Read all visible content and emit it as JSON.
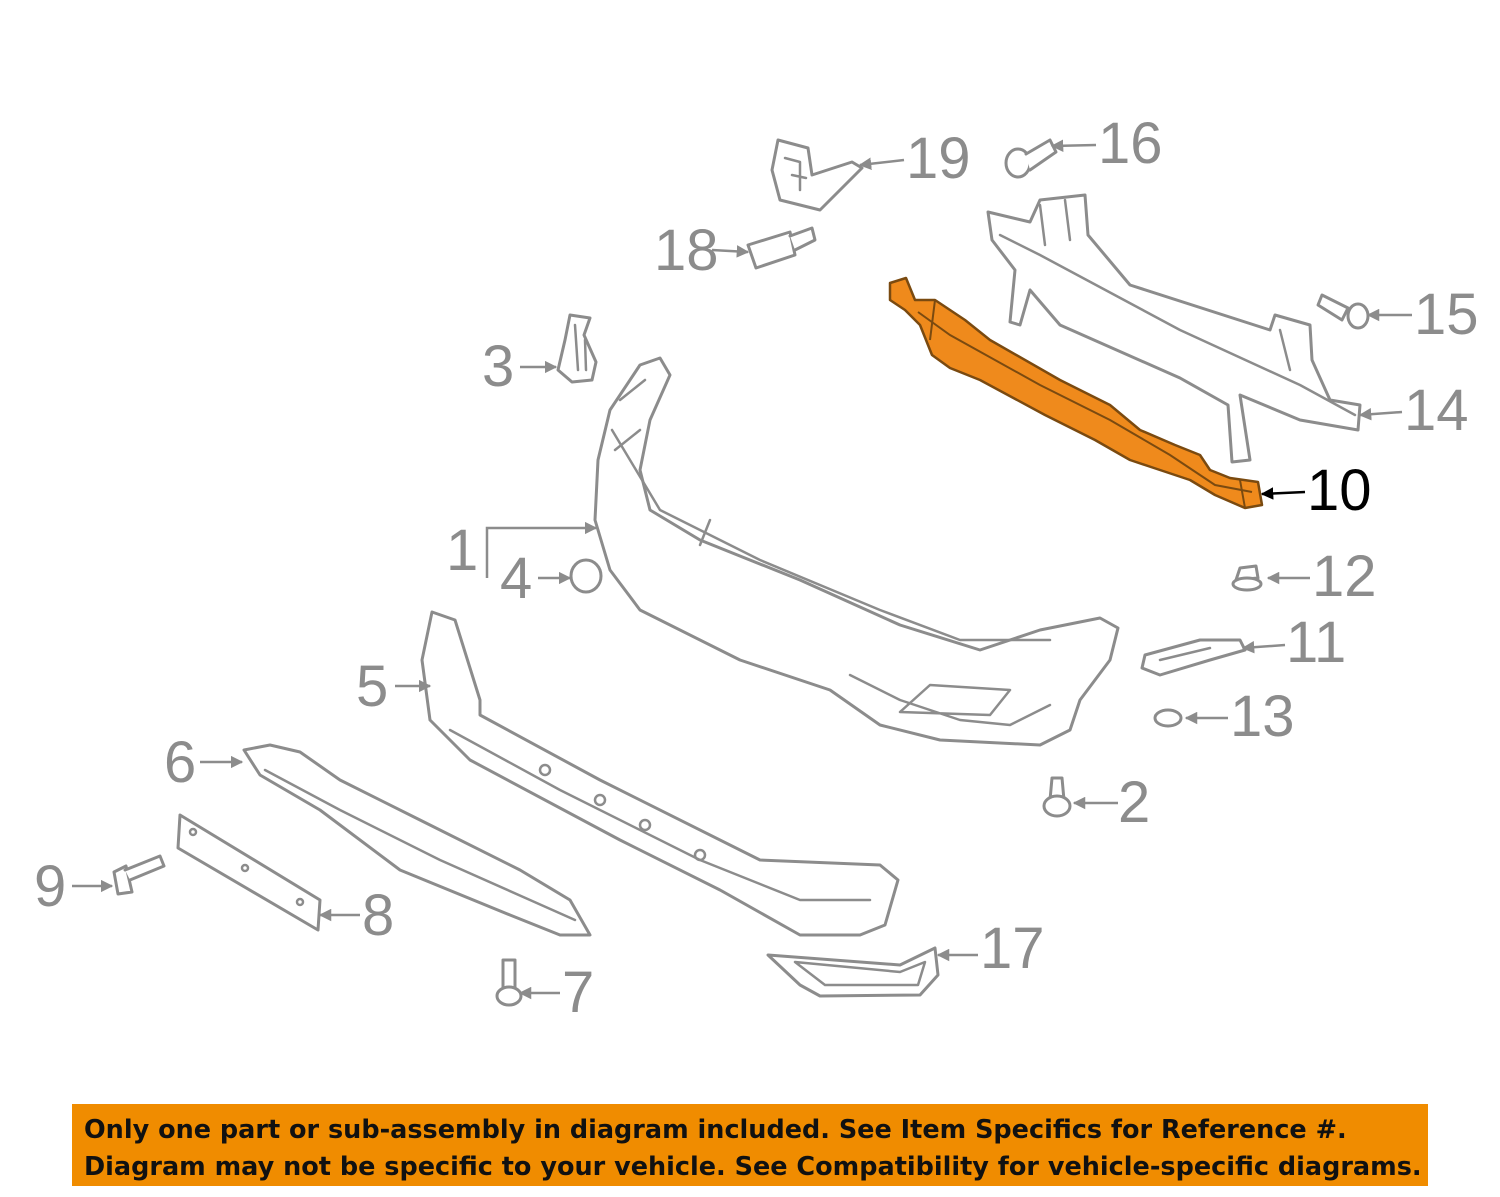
{
  "diagram": {
    "highlight_color": "#ef8a1c",
    "line_color": "#8c8c8c",
    "highlighted_part": "10",
    "callouts": {
      "c1": "1",
      "c2": "2",
      "c3": "3",
      "c4": "4",
      "c5": "5",
      "c6": "6",
      "c7": "7",
      "c8": "8",
      "c9": "9",
      "c10": "10",
      "c11": "11",
      "c12": "12",
      "c13": "13",
      "c14": "14",
      "c15": "15",
      "c16": "16",
      "c17": "17",
      "c18": "18",
      "c19": "19"
    }
  },
  "notice": {
    "background": "#f08c00",
    "line1": "Only one part or sub-assembly in diagram included. See Item Specifics for Reference #.",
    "line2": "Diagram may not be specific to your vehicle. See Compatibility for vehicle-specific diagrams."
  }
}
